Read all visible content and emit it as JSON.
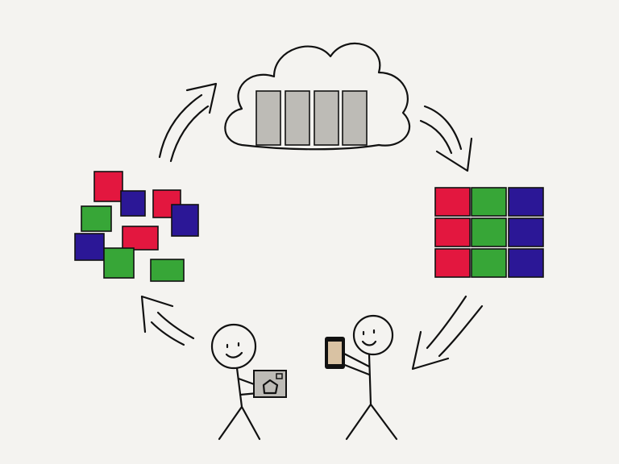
{
  "diagram": {
    "colors": {
      "background": "#f4f3f0",
      "red": "#e3173f",
      "green": "#37a637",
      "blue": "#2b1796",
      "gray": "#bdbbb6",
      "phone_screen": "#d9c2a3"
    },
    "elements": [
      "cloud-storage-icon",
      "organized-photo-grid",
      "scattered-photos",
      "person-with-phone",
      "person-with-camera",
      "cycle-arrows"
    ]
  }
}
